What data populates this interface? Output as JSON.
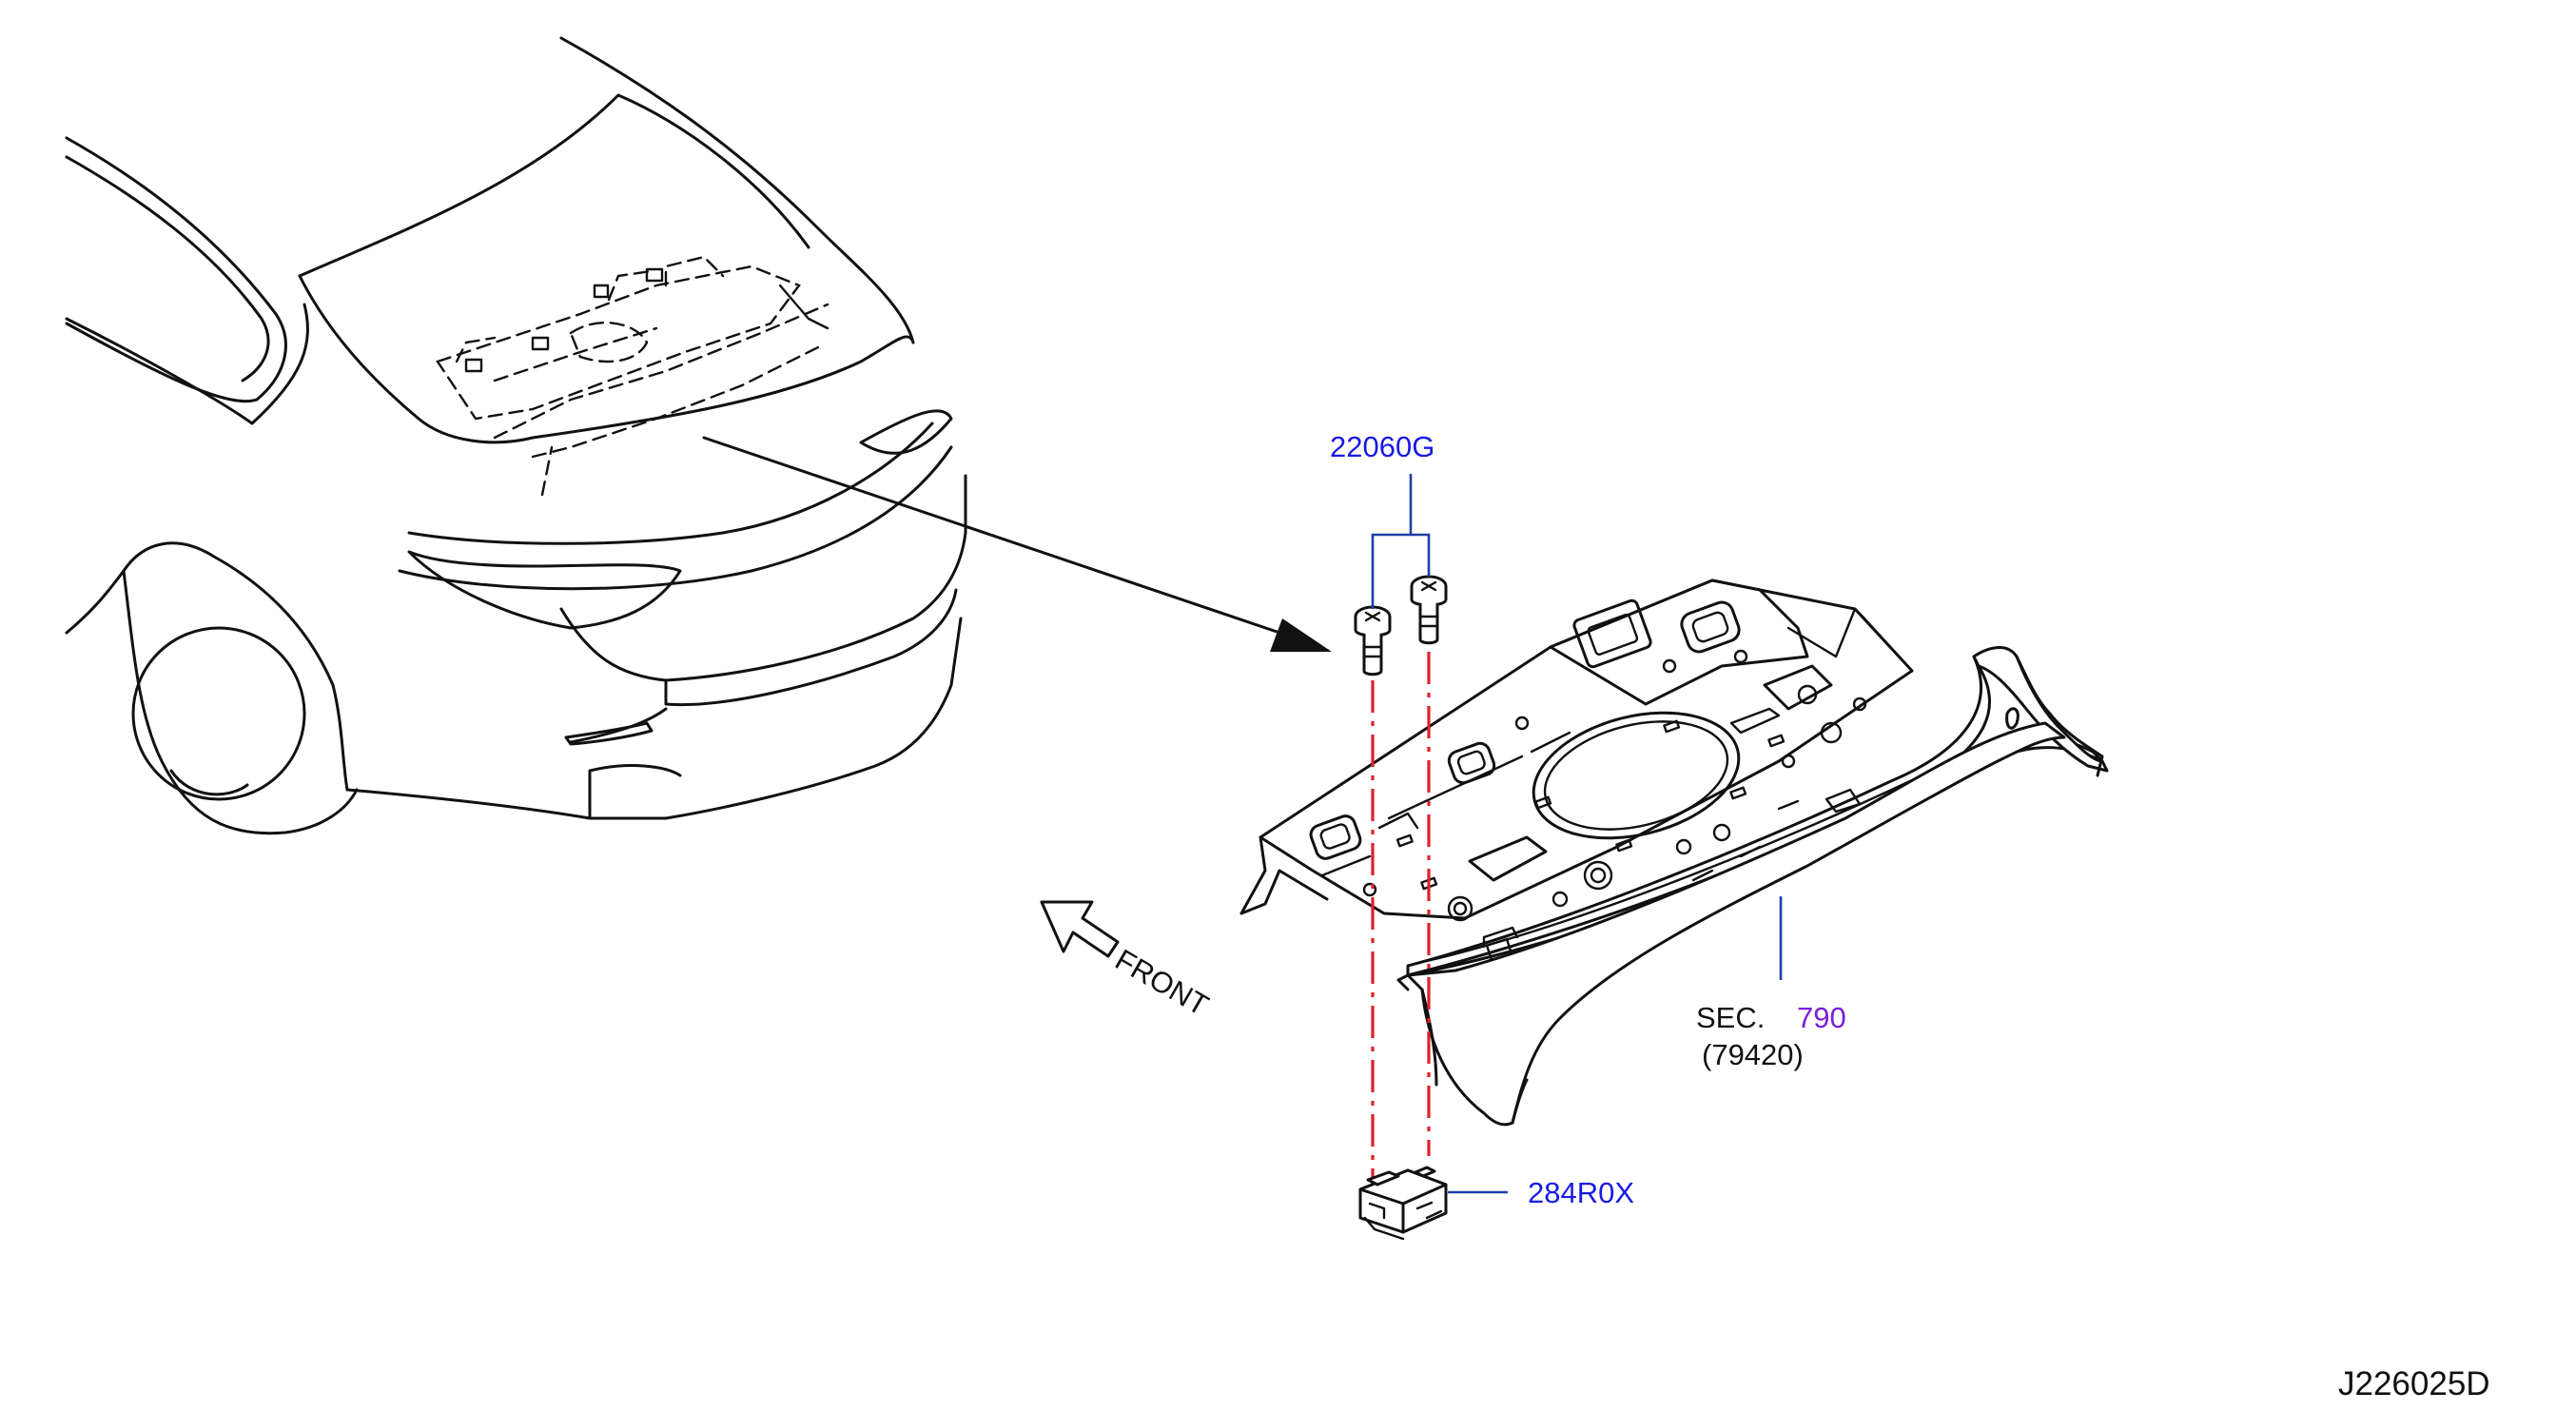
{
  "parts": {
    "bolt_code": "22060G",
    "sensor_code": "284R0X",
    "section_prefix": "SEC.",
    "section_number": "790",
    "section_sub": "(79420)"
  },
  "front_label": "FRONT",
  "diagram_id": "J226025D",
  "colors": {
    "part_code": "#1a1ae6",
    "section_link": "#7a1fd6",
    "leader_line": "#1f3fa8",
    "center_line": "#e0202a",
    "line_art": "#111111"
  }
}
